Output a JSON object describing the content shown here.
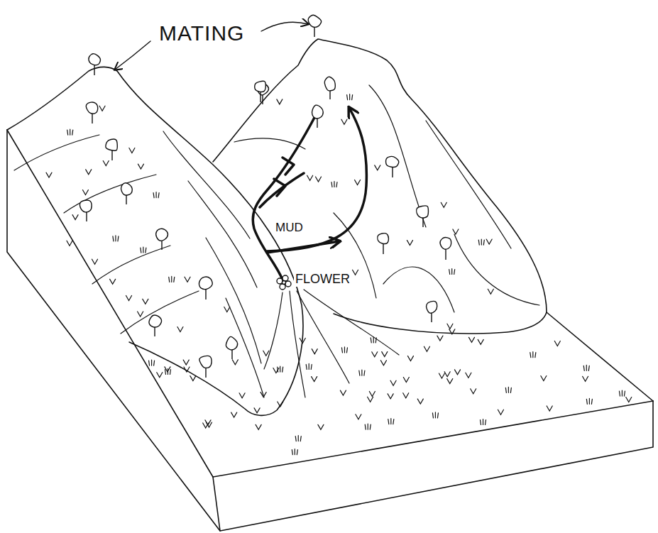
{
  "diagram": {
    "labels": [
      "MATING",
      "MUD",
      "FLOWER"
    ]
  }
}
